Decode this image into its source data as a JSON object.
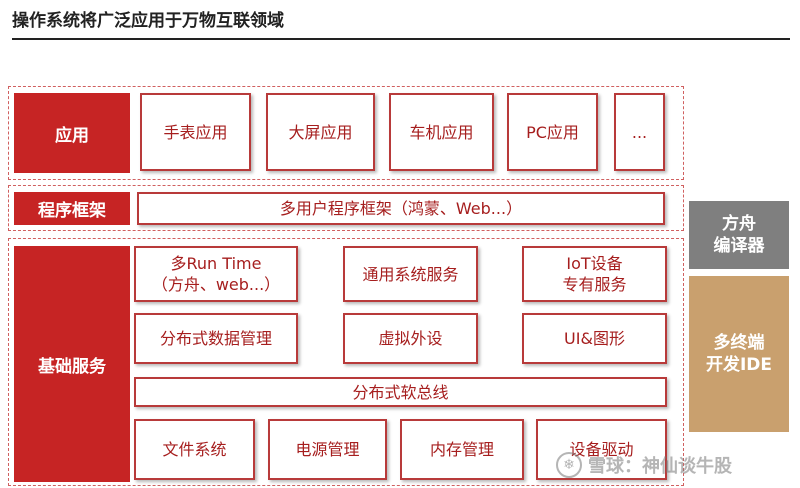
{
  "title": "操作系统将广泛应用于万物互联领域",
  "layers": {
    "app": {
      "label": "应用",
      "items": [
        "手表应用",
        "大屏应用",
        "车机应用",
        "PC应用",
        "..."
      ]
    },
    "framework": {
      "label": "程序框架",
      "item": "多用户程序框架（鸿蒙、Web...）"
    },
    "base": {
      "label": "基础服务",
      "row1": [
        "多Run Time\n（方舟、web...）",
        "通用系统服务",
        "IoT设备\n专有服务"
      ],
      "row2": [
        "分布式数据管理",
        "虚拟外设",
        "UI&图形"
      ],
      "bus": "分布式软总线",
      "row4": [
        "文件系统",
        "电源管理",
        "内存管理",
        "设备驱动"
      ]
    }
  },
  "side": {
    "compiler": "方舟\n编译器",
    "ide": "多终端\n开发IDE"
  },
  "watermark": "雪球：神仙谈牛股",
  "colors": {
    "primary_red": "#c62424",
    "compiler_gray": "#7f7f7f",
    "ide_gold": "#c9a06e"
  }
}
